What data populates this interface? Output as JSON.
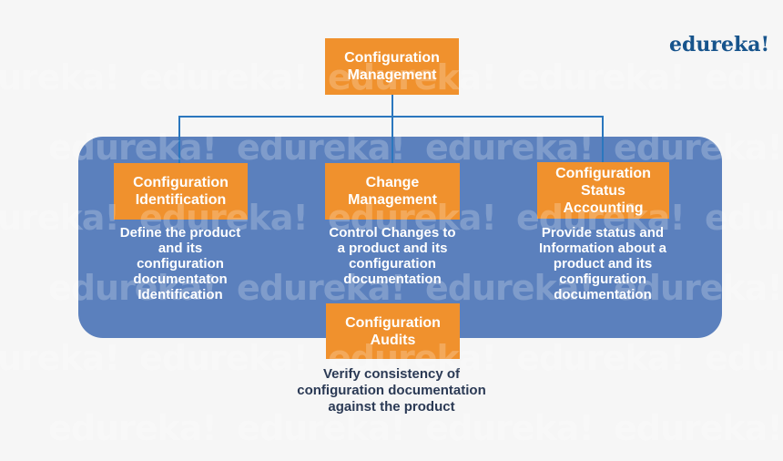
{
  "logo": {
    "text": "edureka!",
    "color": "#17548c"
  },
  "watermark": {
    "text": "edureka!"
  },
  "colors": {
    "background": "#f6f6f6",
    "panel_blue": "#5b80bd",
    "box_orange": "#f0912d",
    "connector_blue": "#2b77be",
    "dark_text": "#2b3a55"
  },
  "tree": {
    "root": {
      "label": [
        "Configuration",
        "Management"
      ]
    },
    "branches": [
      {
        "label": [
          "Configuration",
          "Identification"
        ],
        "description": [
          "Define the product",
          "and its",
          "configuration",
          "documentaton",
          "Identification"
        ]
      },
      {
        "label": [
          "Change",
          "Management"
        ],
        "description": [
          "Control Changes to",
          "a product and its",
          "configuration",
          "documentation"
        ]
      },
      {
        "label": [
          "Configuration",
          "Status",
          "Accounting"
        ],
        "description": [
          "Provide status and",
          "Information about a",
          "product and its",
          "configuration",
          "documentation"
        ]
      }
    ],
    "bottom": {
      "label": [
        "Configuration",
        "Audits"
      ],
      "description": [
        "Verify consistency of",
        "configuration documentation",
        "against the product"
      ]
    }
  }
}
